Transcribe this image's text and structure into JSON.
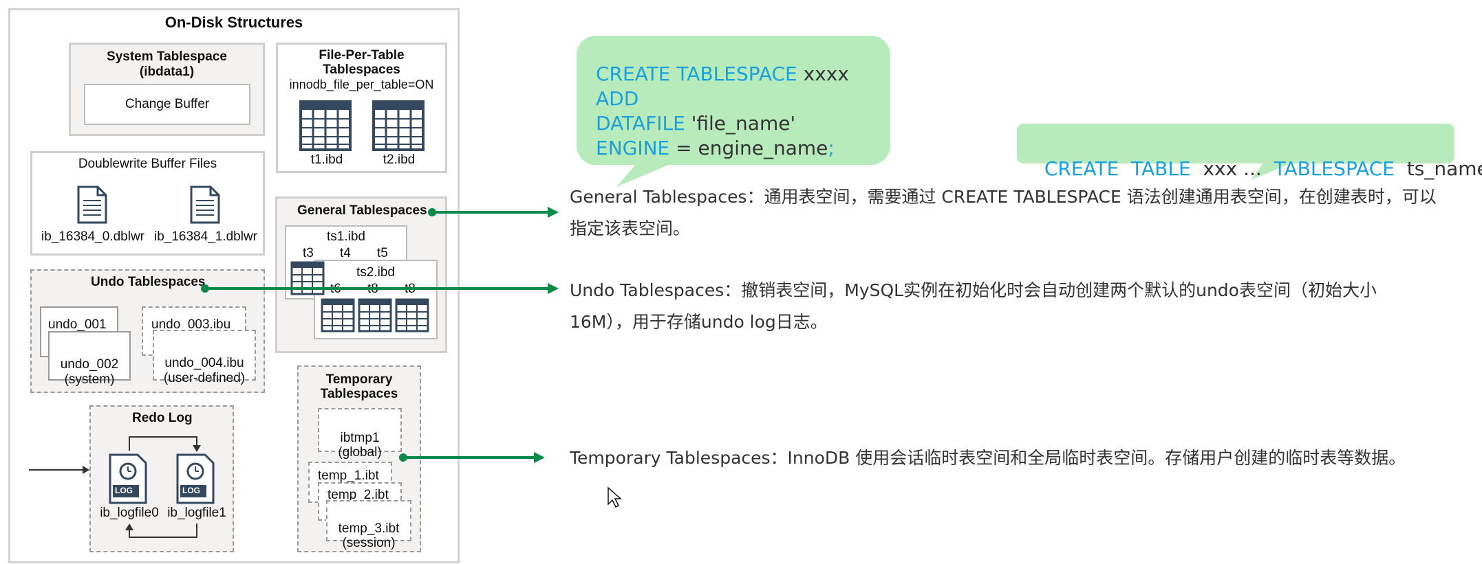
{
  "diagram": {
    "title": "On-Disk Structures",
    "system_tablespace": {
      "title": "System Tablespace\n(ibdata1)",
      "change_buffer": "Change Buffer"
    },
    "file_per_table": {
      "title": "File-Per-Table\nTablespaces",
      "setting": "innodb_file_per_table=ON",
      "files": [
        "t1.ibd",
        "t2.ibd"
      ]
    },
    "doublewrite": {
      "title": "Doublewrite Buffer Files",
      "files": [
        "ib_16384_0.dblwr",
        "ib_16384_1.dblwr"
      ]
    },
    "general": {
      "title": "General Tablespaces",
      "ts1": "ts1.ibd",
      "ts1_tables": [
        "t3",
        "t4",
        "t5"
      ],
      "ts2": "ts2.ibd",
      "ts2_tables": [
        "t6",
        "t8",
        "t8"
      ]
    },
    "undo": {
      "title": "Undo Tablespaces",
      "files": [
        "undo_001",
        "undo_002\n(system)",
        "undo_003.ibu",
        "undo_004.ibu\n(user-defined)"
      ]
    },
    "redo": {
      "title": "Redo Log",
      "files": [
        "ib_logfile0",
        "ib_logfile1"
      ],
      "icon_text": "LOG"
    },
    "temporary": {
      "title": "Temporary\nTablespaces",
      "global": "ibtmp1\n(global)",
      "files": [
        "temp_1.ibt",
        "temp_2.ibt",
        "temp_3.ibt\n(session)"
      ]
    }
  },
  "bubbles": {
    "create_tablespace": {
      "line1_kw1": "CREATE TABLESPACE",
      "line1_tx": " xxxx ",
      "line1_kw2": "ADD",
      "line2_kw": "DATAFILE",
      "line2_tx": "  'file_name'",
      "line3_kw": "ENGINE",
      "line3_tx": " = engine_name",
      "line3_semi": ";"
    },
    "create_table": {
      "kw1": "CREATE  TABLE",
      "tx1": "  xxx ...  ",
      "kw2": "TABLESPACE",
      "tx2": "  ts_name",
      "semi": ";"
    }
  },
  "descriptions": {
    "general": "General Tablespaces：通用表空间，需要通过 CREATE  TABLESPACE 语法创建通用表空间，在创建表时，可以指定该表空间。",
    "undo": "Undo Tablespaces：撤销表空间，MySQL实例在初始化时会自动创建两个默认的undo表空间（初始大小16M），用于存储undo log日志。",
    "temporary": "Temporary Tablespaces：InnoDB 使用会话临时表空间和全局临时表空间。存储用户创建的临时表等数据。"
  },
  "colors": {
    "arrow": "#0a8a4a",
    "keyword": "#1ba0de",
    "bubble": "#b8ebbc"
  }
}
